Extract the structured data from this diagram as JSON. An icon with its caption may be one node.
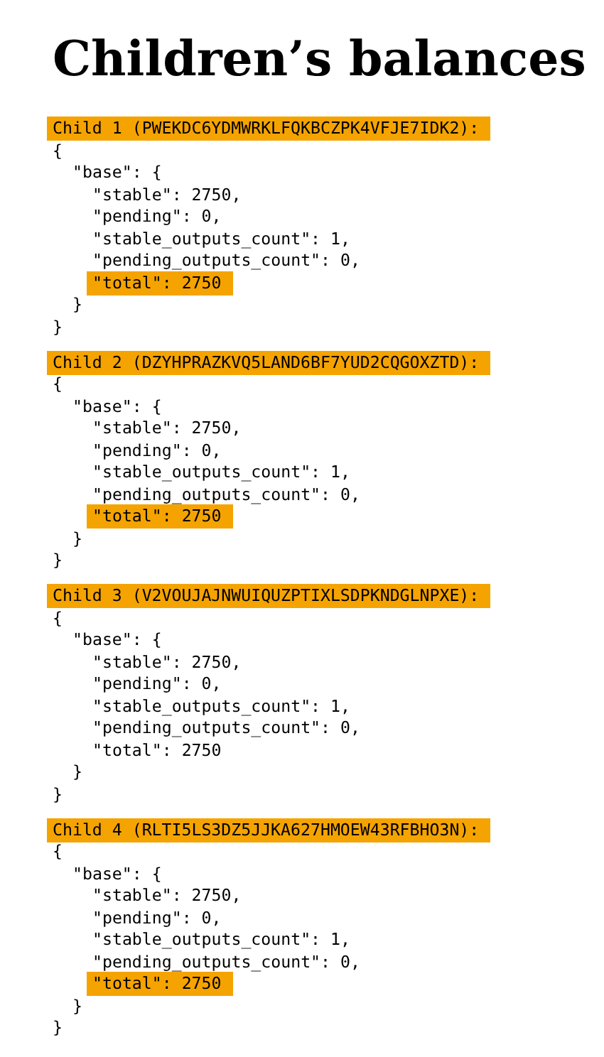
{
  "diagram": {
    "title": "Children’s balances",
    "nodes": [
      {
        "text": [
          "Child 1 (PWEKDC6YDMWRKLFQKBCZPK4VFJE7IDK2):"
        ]
      },
      {
        "text": [
          "\"total\": 2750"
        ]
      },
      {
        "text": [
          "Child 2 (DZYHPRAZKVQ5LAND6BF7YUD2CQGOXZTD):"
        ]
      },
      {
        "text": [
          "\"total\": 2750"
        ]
      },
      {
        "text": [
          "Child 3 (V2VOUJAJNWUIQUZPTIXLSDPKNDGLNPXE):"
        ]
      },
      {
        "text": [
          "Child 4 (RLTI5LS3DZ5JJKA627HMOEW43RFBHO3N):"
        ]
      },
      {
        "text": [
          "\"total\": 2750"
        ]
      }
    ],
    "labels": [
      "{",
      "\"base\": {",
      "\"stable\": 2750,",
      "\"pending\": 0,",
      "\"stable_outputs_count\": 1,",
      "\"pending_outputs_count\": 0,",
      "}",
      "}",
      "{",
      "\"base\": {",
      "\"stable\": 2750,",
      "\"pending\": 0,",
      "\"stable_outputs_count\": 1,",
      "\"pending_outputs_count\": 0,",
      "}",
      "}",
      "{",
      "\"base\": {",
      "\"stable\": 2750,",
      "\"pending\": 0,",
      "\"stable_outputs_count\": 1,",
      "\"pending_outputs_count\": 0,",
      "\"total\": 2750",
      "}",
      "}",
      "{",
      "\"base\": {",
      "\"stable\": 2750,",
      "\"pending\": 0,",
      "\"stable_outputs_count\": 1,",
      "\"pending_outputs_count\": 0,",
      "}",
      "}"
    ]
  }
}
